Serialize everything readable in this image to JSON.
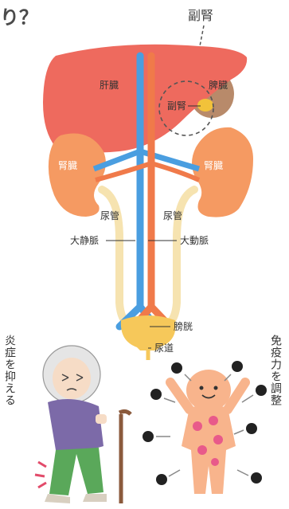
{
  "header": {
    "title_fragment": "り？"
  },
  "callout": {
    "adrenal_top": "副腎"
  },
  "organs": {
    "liver": "肝臓",
    "spleen": "脾臓",
    "adrenal": "副腎",
    "kidney_left": "腎臓",
    "kidney_right": "腎臓",
    "ureter_left": "尿管",
    "ureter_right": "尿管",
    "vena_cava": "大静脈",
    "aorta": "大動脈",
    "bladder": "膀胱",
    "urethra": "尿道"
  },
  "effects": {
    "anti_inflammation": "炎症を抑える",
    "immune_regulation": "免疫力を調整"
  },
  "colors": {
    "liver": "#ee6a5e",
    "kidney": "#f59a62",
    "spleen": "#b88a6a",
    "vein": "#4a9ee0",
    "artery": "#f07a4a",
    "ureter": "#f6e3b0",
    "bladder": "#f6c85a",
    "adrenal": "#f2c23a"
  }
}
